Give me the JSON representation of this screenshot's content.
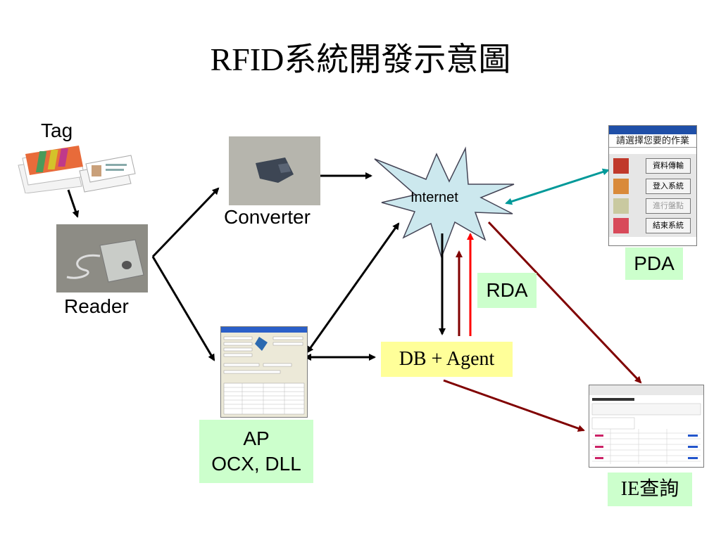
{
  "title": "RFID系統開發示意圖",
  "labels": {
    "tag": "Tag",
    "reader": "Reader",
    "converter": "Converter",
    "internet": "Internet",
    "rda": "RDA",
    "pda": "PDA",
    "ap_line1": "AP",
    "ap_line2": "OCX, DLL",
    "db_agent": "DB + Agent",
    "ie": "IE查詢"
  },
  "pda_screen": {
    "header": "請選擇您要的作業",
    "buttons": [
      "資料傳輸",
      "登入系統",
      "進行盤點",
      "結束系統"
    ]
  },
  "colors": {
    "black_arrow": "#000000",
    "teal_arrow": "#009999",
    "darkred_arrow": "#800000",
    "red_arrow": "#ff0000",
    "internet_fill": "#cce8ee",
    "green_box": "#ccffcc",
    "yellow_box": "#ffff99"
  }
}
